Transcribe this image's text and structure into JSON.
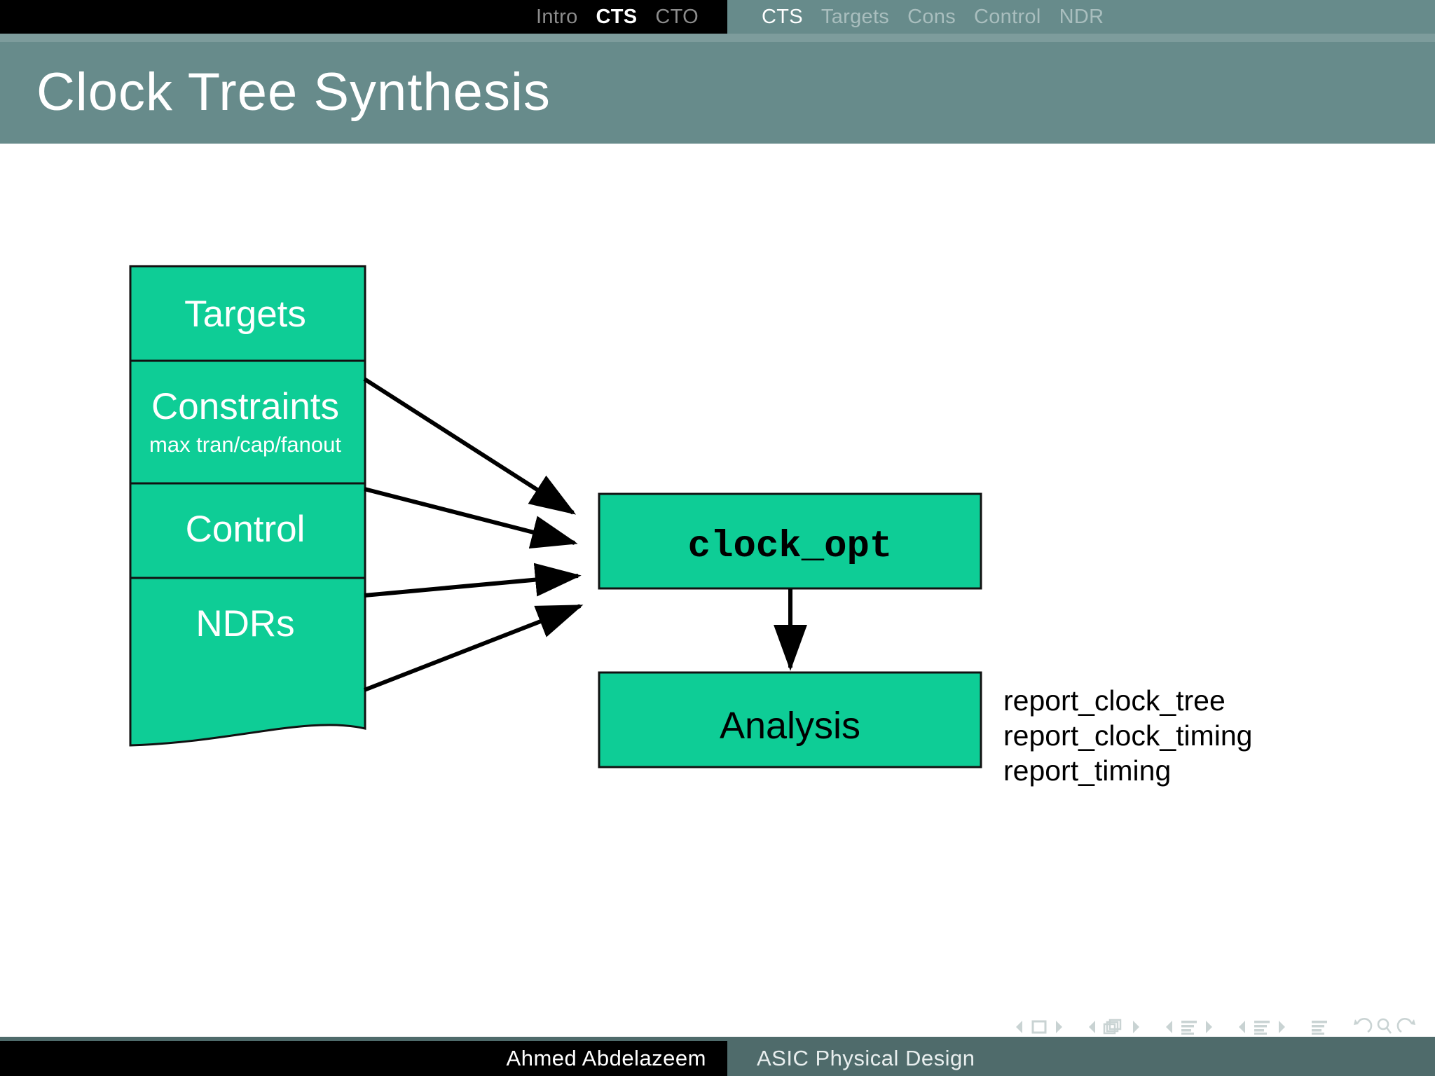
{
  "nav": {
    "sections": [
      {
        "label": "Intro",
        "active": false
      },
      {
        "label": "CTS",
        "active": true
      },
      {
        "label": "CTO",
        "active": false
      }
    ],
    "subsections": [
      {
        "label": "CTS",
        "active": true
      },
      {
        "label": "Targets",
        "active": false
      },
      {
        "label": "Cons",
        "active": false
      },
      {
        "label": "Control",
        "active": false
      },
      {
        "label": "NDR",
        "active": false
      }
    ]
  },
  "header": {
    "title": "Clock Tree Synthesis",
    "bar_color": "#678b8b"
  },
  "diagram": {
    "accent_color": "#0ecd96",
    "inputs": [
      {
        "name": "targets",
        "label": "Targets",
        "sublabel": ""
      },
      {
        "name": "constraints",
        "label": "Constraints",
        "sublabel": "max tran/cap/fanout"
      },
      {
        "name": "control",
        "label": "Control",
        "sublabel": ""
      },
      {
        "name": "ndrs",
        "label": "NDRs",
        "sublabel": ""
      }
    ],
    "process": {
      "name": "clock-opt",
      "label": "clock_opt"
    },
    "analysis": {
      "name": "analysis",
      "label": "Analysis"
    },
    "reports": [
      "report_clock_tree",
      "report_clock_timing",
      "report_timing"
    ]
  },
  "nav_symbols": [
    "prev-slide-icon",
    "slide-icon",
    "next-slide-icon",
    "prev-frame-icon",
    "frame-icon",
    "next-frame-icon",
    "prev-subsection-icon",
    "subsection-icon",
    "next-subsection-icon",
    "prev-section-icon",
    "section-icon",
    "next-section-icon",
    "presentation-icon",
    "back-icon",
    "search-icon",
    "forward-icon"
  ],
  "footer": {
    "author": "Ahmed Abdelazeem",
    "course": "ASIC Physical Design"
  }
}
